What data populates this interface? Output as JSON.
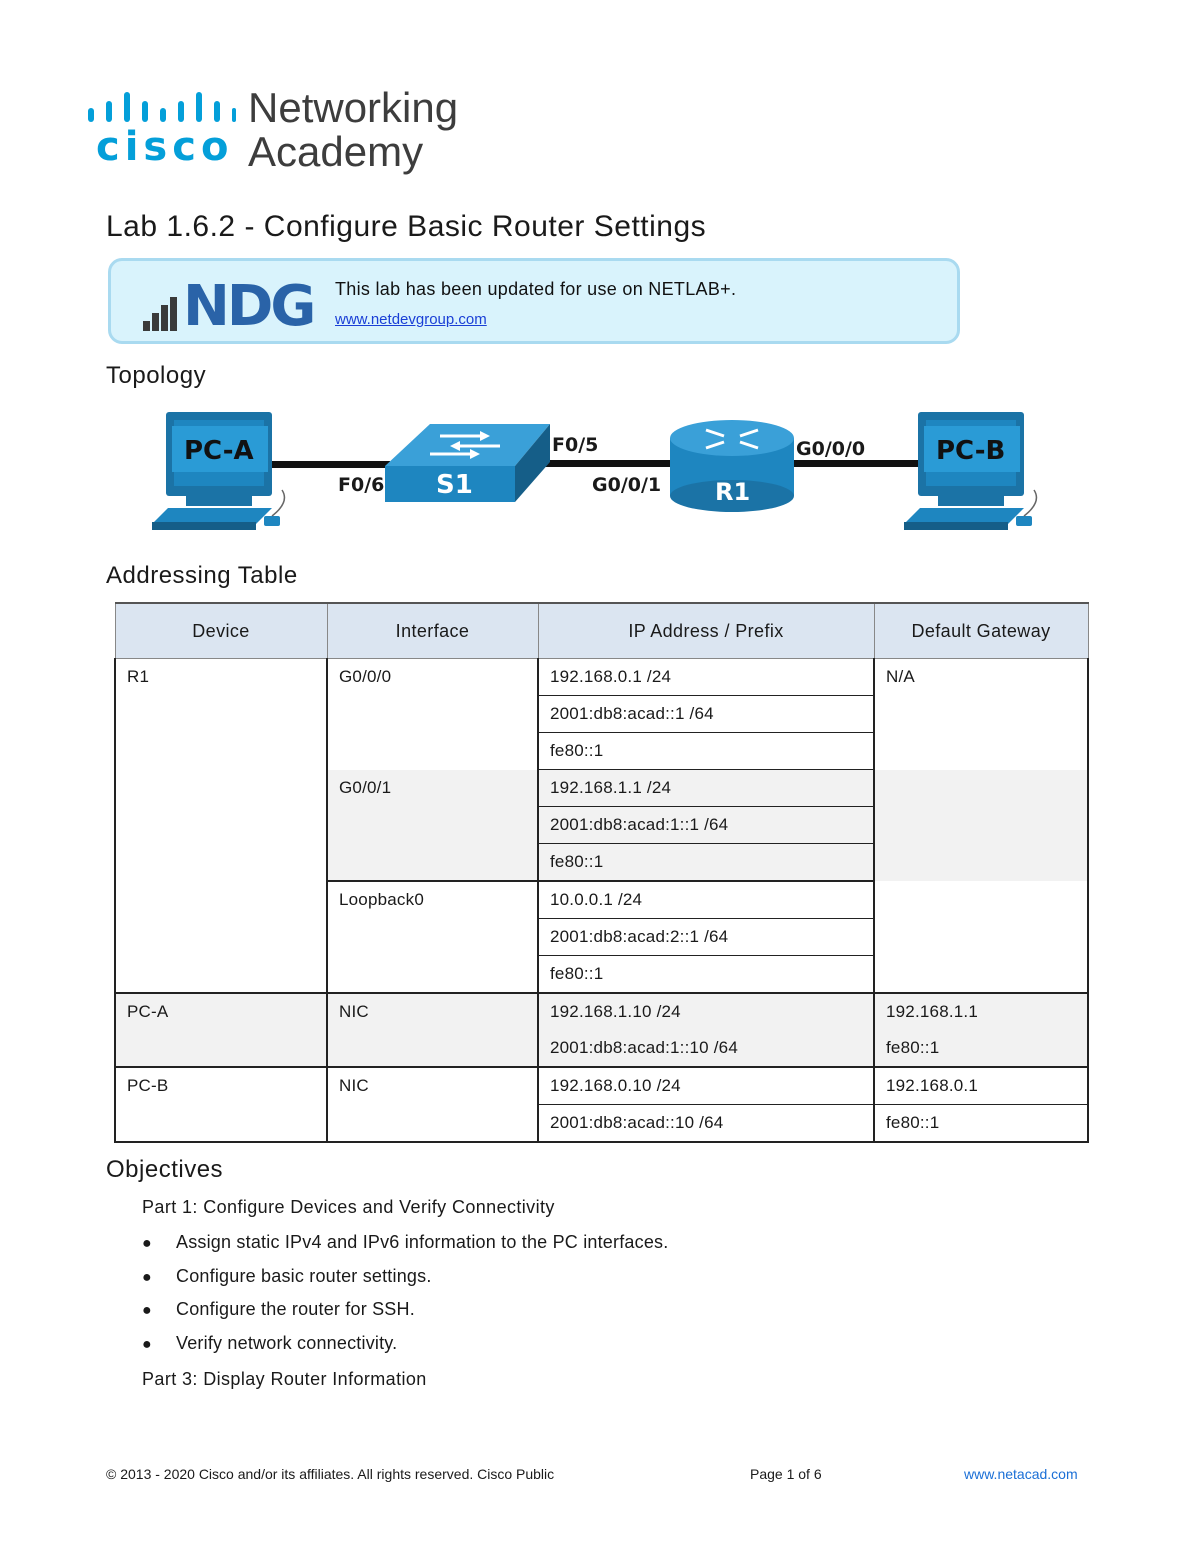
{
  "logo": {
    "brand": "cisco",
    "line1": "Networking",
    "line2": "Academy",
    "color": "#049fd9"
  },
  "title": "Lab 1.6.2 - Configure Basic Router Settings",
  "banner": {
    "logo_text": "NDG",
    "text": "This lab has been updated for use on NETLAB+.",
    "link": "www.netdevgroup.com"
  },
  "sections": {
    "topology": "Topology",
    "addressing": "Addressing Table",
    "objectives": "Objectives"
  },
  "topology": {
    "pc_a": "PC-A",
    "pc_b": "PC-B",
    "switch": "S1",
    "router": "R1",
    "if_f06": "F0/6",
    "if_f05": "F0/5",
    "if_g001": "G0/0/1",
    "if_g000": "G0/0/0"
  },
  "table": {
    "headers": [
      "Device",
      "Interface",
      "IP Address / Prefix",
      "Default Gateway"
    ],
    "r1": {
      "device": "R1",
      "g000": {
        "interface": "G0/0/0",
        "ips": [
          "192.168.0.1 /24",
          "2001:db8:acad::1 /64",
          "fe80::1"
        ],
        "gateway": "N/A"
      },
      "g001": {
        "interface": "G0/0/1",
        "ips": [
          "192.168.1.1 /24",
          "2001:db8:acad:1::1 /64",
          "fe80::1"
        ]
      },
      "lo0": {
        "interface": "Loopback0",
        "ips": [
          "10.0.0.1 /24",
          "2001:db8:acad:2::1 /64",
          "fe80::1"
        ]
      }
    },
    "pca": {
      "device": "PC-A",
      "interface": "NIC",
      "ips": [
        "192.168.1.10 /24",
        "2001:db8:acad:1::10 /64"
      ],
      "gateways": [
        "192.168.1.1",
        "fe80::1"
      ]
    },
    "pcb": {
      "device": "PC-B",
      "interface": "NIC",
      "ips": [
        "192.168.0.10 /24",
        "2001:db8:acad::10 /64"
      ],
      "gateways": [
        "192.168.0.1",
        "fe80::1"
      ]
    }
  },
  "objectives": {
    "part1": "Part 1: Configure Devices and Verify Connectivity",
    "bullets": [
      "Assign static IPv4 and IPv6 information to the PC interfaces.",
      "Configure basic router settings.",
      "Configure the router for SSH.",
      "Verify network connectivity."
    ],
    "part3": "Part 3: Display Router Information"
  },
  "footer": {
    "copyright": "© 2013 - 2020 Cisco and/or its affiliates. All rights reserved. Cisco Public",
    "page": "Page 1 of 6",
    "site": "www.netacad.com"
  }
}
